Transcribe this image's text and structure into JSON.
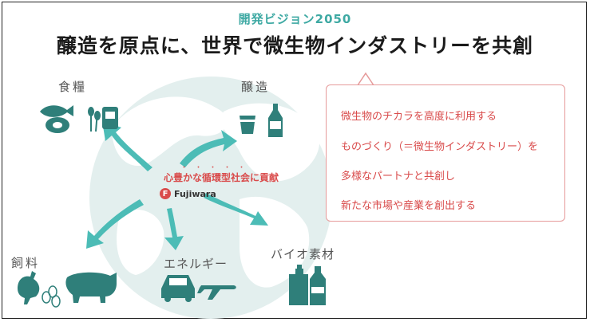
{
  "header": {
    "subtitle": "開発ビジョン2050",
    "title": "醸造を原点に、世界で微生物インダストリーを共創"
  },
  "labels": {
    "food": "食糧",
    "brewing": "醸造",
    "feed": "飼料",
    "energy": "エネルギー",
    "bio": "バイオ素材"
  },
  "center": {
    "text": "心豊かな循環型社会に貢献",
    "logo_mark": "F",
    "logo_text": "Fujiwara"
  },
  "bubble": {
    "lines": [
      "微生物のチカラを高度に利用する",
      "ものづくり（＝微生物インダストリー）を",
      "多様なパートナと共創し",
      "新たな市場や産業を創出する"
    ]
  },
  "colors": {
    "teal": "#3ea9a3",
    "arrow": "#4cbcb6",
    "globe": "#dfeceb",
    "red": "#d94b4b",
    "bubble_border": "#e69a9a",
    "icon": "#2f7f7a"
  },
  "icons": [
    "fish-icon",
    "meat-icon",
    "wheat-icon",
    "canned-food-icon",
    "sake-cup-icon",
    "sake-bottle-icon",
    "chicken-icon",
    "eggs-icon",
    "pig-icon",
    "car-icon",
    "airplane-icon",
    "pump-bottle-icon",
    "plastic-bottle-icon"
  ]
}
